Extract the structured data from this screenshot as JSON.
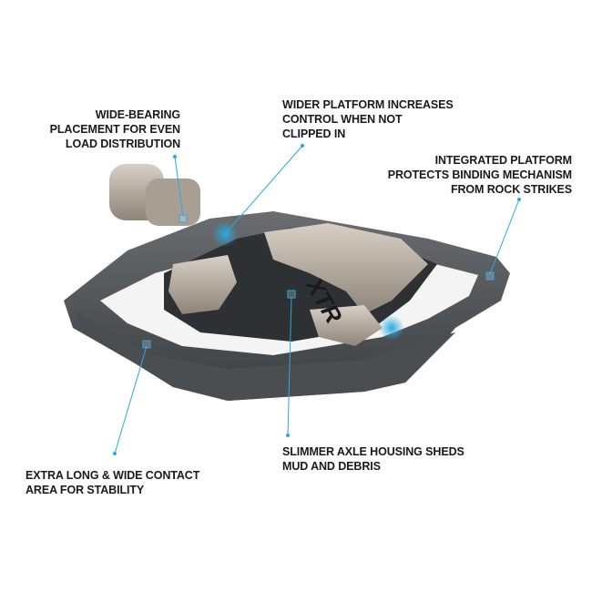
{
  "product_logo": "XTR",
  "accent_color": "#29aae1",
  "callouts": [
    {
      "id": "wide-bearing",
      "lines": [
        "WIDE-BEARING",
        "PLACEMENT FOR EVEN",
        "LOAD DISTRIBUTION"
      ]
    },
    {
      "id": "wider-platform",
      "lines": [
        "WIDER PLATFORM INCREASES",
        "CONTROL WHEN NOT",
        "CLIPPED IN"
      ]
    },
    {
      "id": "integrated-platform",
      "lines": [
        "INTEGRATED PLATFORM",
        "PROTECTS BINDING MECHANISM",
        "FROM ROCK STRIKES"
      ]
    },
    {
      "id": "extra-long",
      "lines": [
        "EXTRA LONG & WIDE CONTACT",
        "AREA FOR STABILITY"
      ]
    },
    {
      "id": "slimmer-axle",
      "lines": [
        "SLIMMER AXLE HOUSING SHEDS",
        "MUD AND DEBRIS"
      ]
    }
  ]
}
